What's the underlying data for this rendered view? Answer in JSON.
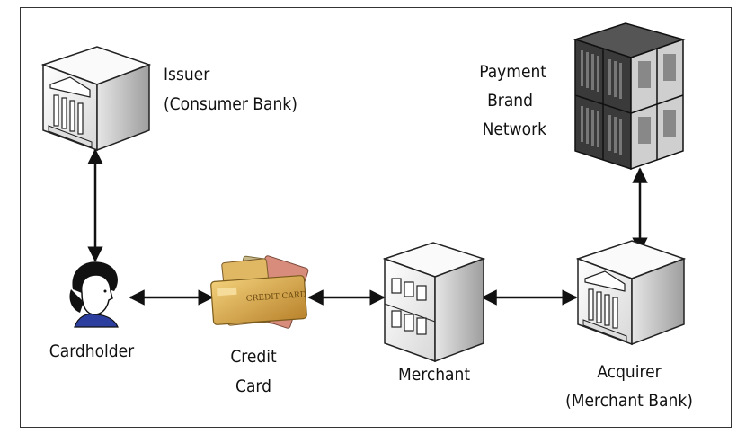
{
  "nodes": {
    "issuer": {
      "lines": [
        "Issuer",
        "(Consumer Bank)"
      ]
    },
    "payment_network": {
      "lines": [
        "Payment",
        "Brand",
        "Network"
      ]
    },
    "cardholder": {
      "lines": [
        "Cardholder"
      ]
    },
    "credit_card": {
      "lines": [
        "Credit",
        "Card"
      ],
      "card_text": "CREDIT CARD"
    },
    "merchant": {
      "lines": [
        "Merchant"
      ]
    },
    "acquirer": {
      "lines": [
        "Acquirer",
        "(Merchant Bank)"
      ]
    }
  },
  "connections": [
    {
      "from": "issuer",
      "to": "cardholder",
      "direction": "both"
    },
    {
      "from": "cardholder",
      "to": "credit_card",
      "direction": "both"
    },
    {
      "from": "credit_card",
      "to": "merchant",
      "direction": "both"
    },
    {
      "from": "merchant",
      "to": "acquirer",
      "direction": "both"
    },
    {
      "from": "payment_network",
      "to": "acquirer",
      "direction": "both"
    }
  ],
  "colors": {
    "line": "#111111",
    "building_light": "#f4f4f4",
    "building_shade": "#cfcfcf",
    "server_dark": "#2a2a2a",
    "card_gold": "#d9a94a",
    "face_blue": "#2c3e9e"
  }
}
